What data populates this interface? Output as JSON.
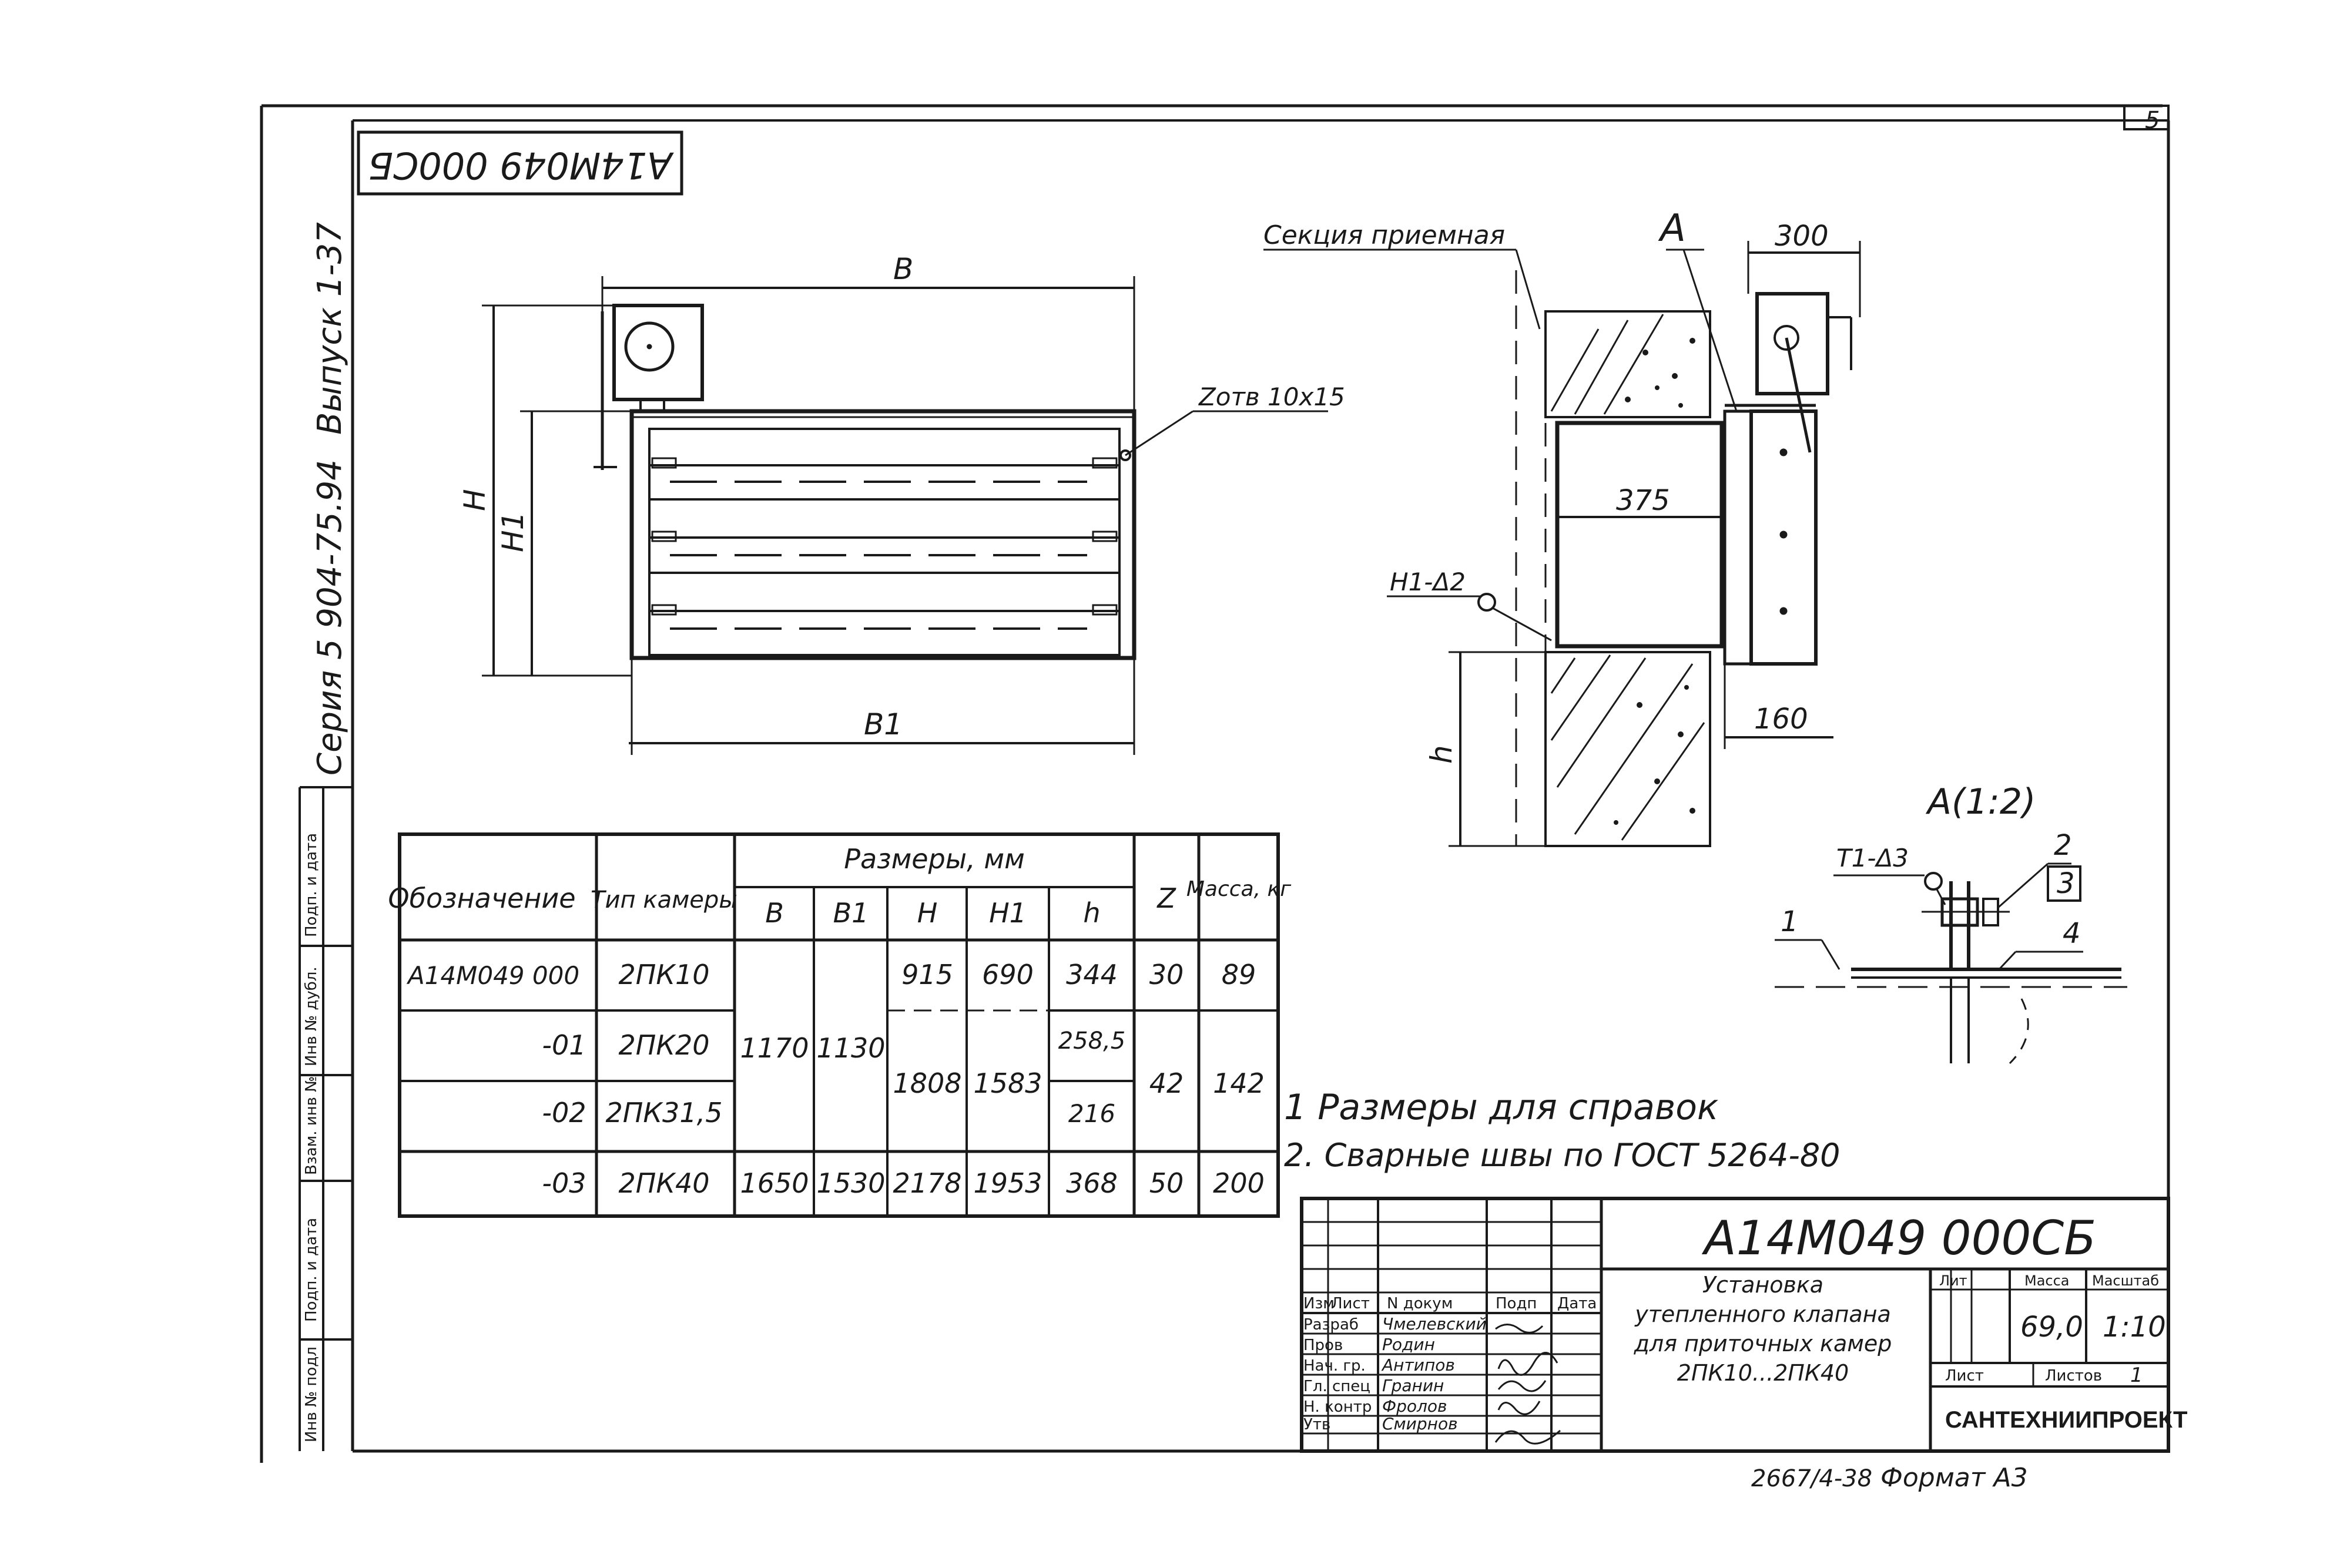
{
  "sheet": {
    "page_number": "5",
    "format_note": "Формат А3",
    "copy_note": "2667/4-38",
    "rotated_code": "A14M049 000СБ"
  },
  "left_strip": {
    "series": "Серия 5 904-75.94",
    "issue": "Выпуск 1-37",
    "fields": [
      "Инв № подл",
      "Подп. и дата",
      "Взам. инв №",
      "Инв № дубл.",
      "Подп. и дата"
    ]
  },
  "front_view": {
    "dim_b": "B",
    "dim_b1": "B1",
    "dim_h": "H",
    "dim_h1": "H1",
    "bolt_note": "Zотв 10x15"
  },
  "section_view": {
    "section_label": "Секция приемная",
    "view_a": "А",
    "dim_300": "300",
    "dim_375": "375",
    "dim_160": "160",
    "dim_h": "h",
    "weld_note": "Н1-Δ2"
  },
  "detail_view": {
    "title": "А(1:2)",
    "weld_note": "Т1-Δ3",
    "callouts": [
      "1",
      "2",
      "3",
      "4"
    ]
  },
  "spec_table": {
    "col_designation": "Обозначение",
    "col_type": "Тип камеры",
    "col_dims_group": "Размеры, мм",
    "col_b": "B",
    "col_b1": "B1",
    "col_h": "H",
    "col_h1": "H1",
    "col_hh": "h",
    "col_z": "Z",
    "col_mass": "Масса, кг",
    "rows": [
      {
        "designation": "А14М049 000",
        "type": "2ПК10",
        "h": "915",
        "h1": "690",
        "hh": "344",
        "z": "30",
        "mass": "89"
      },
      {
        "designation": "-01",
        "type": "2ПК20",
        "hh": "258,5"
      },
      {
        "designation": "-02",
        "type": "2ПК31,5",
        "hh": "216"
      },
      {
        "designation": "-03",
        "type": "2ПК40",
        "b": "1650",
        "b1": "1530",
        "h": "2178",
        "h1": "1953",
        "hh": "368",
        "z": "50",
        "mass": "200"
      }
    ],
    "merged": {
      "b": "1170",
      "b1": "1130",
      "h": "1808",
      "h1": "1583",
      "z": "42",
      "mass": "142"
    }
  },
  "notes": [
    "1 Размеры для справок",
    "2. Сварные швы по ГОСТ 5264-80"
  ],
  "title_block": {
    "code": "А14М049 000СБ",
    "name_lines": [
      "Установка",
      "утепленного клапана",
      "для приточных камер",
      "2ПК10...2ПК40"
    ],
    "col_lit": "Лит",
    "col_mass": "Масса",
    "col_scale": "Масштаб",
    "mass_value": "69,0",
    "scale_value": "1:10",
    "sheet_label": "Лист",
    "sheets_label": "Листов",
    "sheets_value": "1",
    "organization": "САНТЕХНИИПРОЕКТ",
    "header_cells": [
      "Изм",
      "Лист",
      "N докум",
      "Подп",
      "Дата"
    ],
    "roles": [
      "Разраб",
      "Пров",
      "Нач. гр.",
      "Гл. спец",
      "Н. контр",
      "Утв"
    ],
    "names": [
      "Чмелевский",
      "Родин",
      "Антипов",
      "Гранин",
      "Фролов",
      "Смирнов"
    ]
  }
}
